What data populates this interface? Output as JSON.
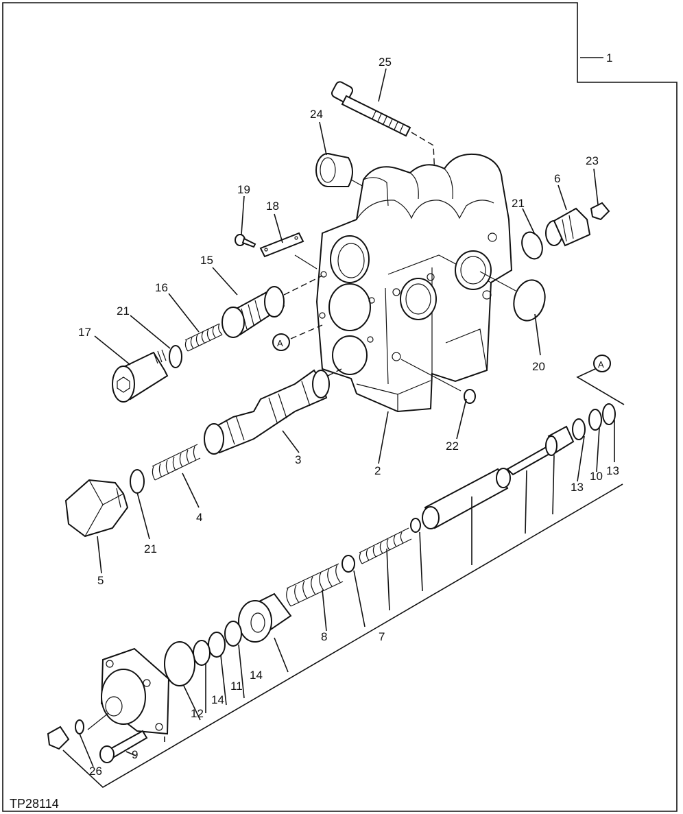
{
  "figure_id": "TP28114",
  "ref_marker": "A",
  "callouts": {
    "c1": "1",
    "c2": "2",
    "c3": "3",
    "c4": "4",
    "c5": "5",
    "c6": "6",
    "c7": "7",
    "c8": "8",
    "c9": "9",
    "c10": "10",
    "c11": "11",
    "c12": "12",
    "c13a": "13",
    "c13b": "13",
    "c14a": "14",
    "c14b": "14",
    "c15": "15",
    "c16": "16",
    "c17": "17",
    "c18": "18",
    "c19": "19",
    "c20": "20",
    "c21a": "21",
    "c21b": "21",
    "c21c": "21",
    "c22": "22",
    "c23": "23",
    "c24": "24",
    "c25": "25",
    "c26": "26"
  }
}
